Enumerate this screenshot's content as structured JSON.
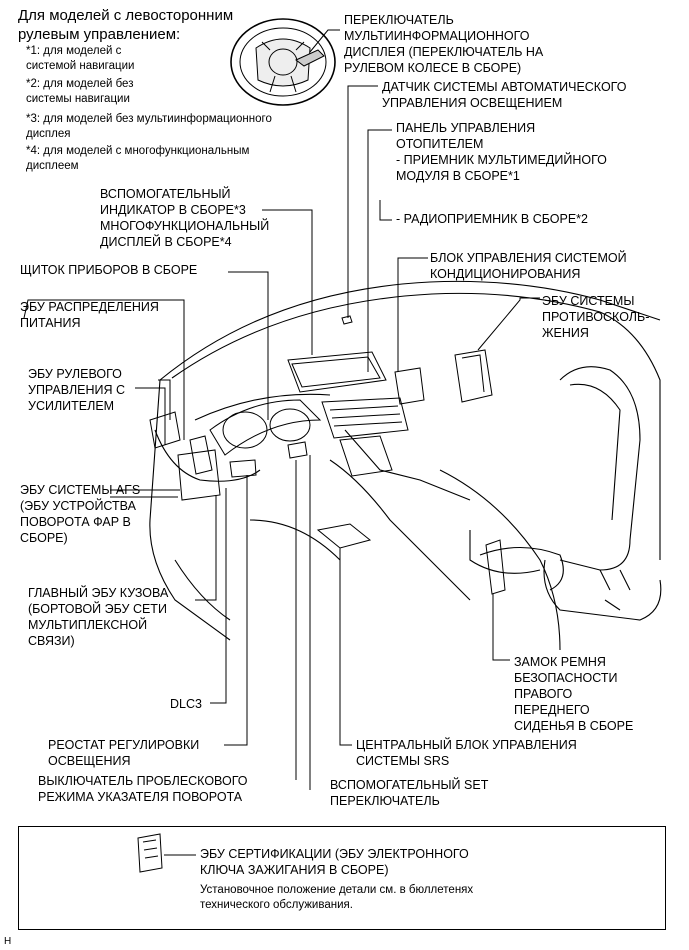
{
  "header": {
    "title": "Для моделей с левосторонним\nрулевым управлением:",
    "notes": [
      "*1: для моделей с\nсистемой навигации",
      "*2: для моделей без\nсистемы навигации",
      "*3: для моделей без мультиинформационного\nдисплея",
      "*4: для моделей с многофункциональным\nдисплеем"
    ]
  },
  "labels": {
    "multi_info_switch": "ПЕРЕКЛЮЧАТЕЛЬ\nМУЛЬТИИНФОРМАЦИОННОГО\nДИСПЛЕЯ (ПЕРЕКЛЮЧАТЕЛЬ НА\nРУЛЕВОМ КОЛЕСЕ В СБОРЕ)",
    "auto_light_sensor": "ДАТЧИК СИСТЕМЫ АВТОМАТИЧЕСКОГО\nУПРАВЛЕНИЯ ОСВЕЩЕНИЕМ",
    "heater_panel": "ПАНЕЛЬ УПРАВЛЕНИЯ\nОТОПИТЕЛЕМ\n- ПРИЕМНИК МУЛЬТИМЕДИЙНОГО\nМОДУЛЯ В СБОРЕ*1",
    "radio_receiver": "- РАДИОПРИЕМНИК В СБОРЕ*2",
    "aux_indicator": "ВСПОМОГАТЕЛЬНЫЙ\nИНДИКАТОР В СБОРЕ*3\nМНОГОФУНКЦИОНАЛЬНЫЙ\nДИСПЛЕЙ В СБОРЕ*4",
    "combination_meter": "ЩИТОК ПРИБОРОВ В СБОРЕ",
    "ac_amplifier": "БЛОК УПРАВЛЕНИЯ СИСТЕМОЙ\nКОНДИЦИОНИРОВАНИЯ",
    "power_dist_ecu": "ЭБУ РАСПРЕДЕЛЕНИЯ\nПИТАНИЯ",
    "pre_crash_ecu": "ЭБУ СИСТЕМЫ\nПРОТИВОСКОЛЬ-\nЖЕНИЯ",
    "eps_ecu": "ЭБУ РУЛЕВОГО\nУПРАВЛЕНИЯ С\nУСИЛИТЕЛЕМ",
    "afs_ecu": "ЭБУ СИСТЕМЫ AFS\n(ЭБУ УСТРОЙСТВА\nПОВОРОТА ФАР В\nСБОРЕ)",
    "main_body_ecu": "ГЛАВНЫЙ ЭБУ КУЗОВА\n(БОРТОВОЙ ЭБУ СЕТИ\nМУЛЬТИПЛЕКСНОЙ\nСВЯЗИ)",
    "dlc3": "DLC3",
    "seatbelt_buckle": "ЗАМОК РЕМНЯ\nБЕЗОПАСНОСТИ\nПРАВОГО\nПЕРЕДНЕГО\nСИДЕНЬЯ В СБОРЕ",
    "rheostat": "РЕОСТАТ РЕГУЛИРОВКИ\nОСВЕЩЕНИЯ",
    "srs_center": "ЦЕНТРАЛЬНЫЙ БЛОК УПРАВЛЕНИЯ\nСИСТЕМЫ SRS",
    "hazard_switch": "ВЫКЛЮЧАТЕЛЬ ПРОБЛЕСКОВОГО\nРЕЖИМА УКАЗАТЕЛЯ ПОВОРОТА",
    "aux_set_switch": "ВСПОМОГАТЕЛЬНЫЙ     SET\nПЕРЕКЛЮЧАТЕЛЬ"
  },
  "footer_box": {
    "cert_ecu": "ЭБУ СЕРТИФИКАЦИИ (ЭБУ ЭЛЕКТРОННОГО\nКЛЮЧА ЗАЖИГАНИЯ В СБОРЕ)",
    "note": "Установочное положение детали см. в бюллетенях\nтехнического обслуживания."
  },
  "corner_mark": "H"
}
